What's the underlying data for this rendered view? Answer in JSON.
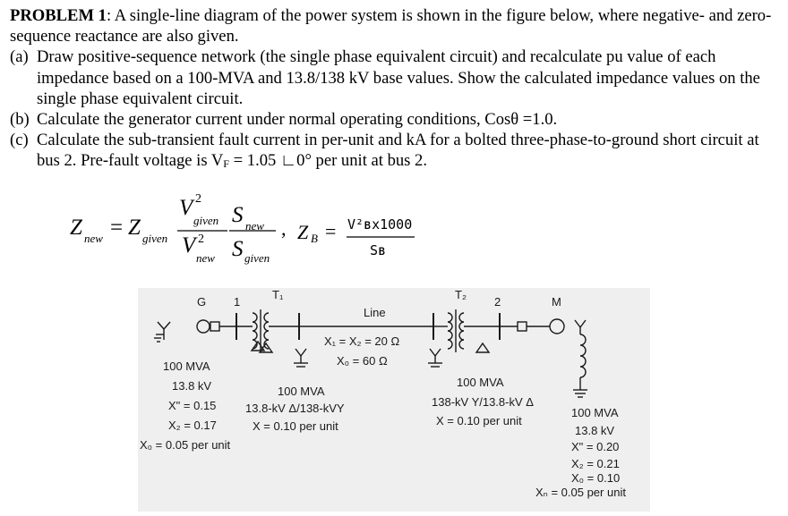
{
  "problem": {
    "heading": "PROBLEM 1",
    "intro": ": A single-line diagram of the power system is shown in the figure below, where negative- and zero-sequence reactance are also given.",
    "parts": [
      {
        "label": "(a)",
        "text": "Draw positive-sequence network (the single phase equivalent circuit) and recalculate pu value of each impedance based on a 100-MVA and 13.8/138 kV base values. Show the calculated impedance values on the single phase equivalent circuit."
      },
      {
        "label": "(b)",
        "text_before": "Calculate the generator current under normal operating conditions, Cos",
        "theta": "θ",
        "text_after": " =1.0."
      },
      {
        "label": "(c)",
        "text_before": "Calculate the sub-transient fault current in per-unit and kA for a bolted three-phase-to-ground short circuit at bus 2. Pre-fault voltage is V",
        "sub_F": "F",
        "text_after": " = 1.05 ∟0° per unit at bus 2."
      }
    ]
  },
  "formula": {
    "z": "Z",
    "sub_new": "new",
    "equals": "=",
    "sub_given": "given",
    "v": "V",
    "sq": "2",
    "s": "S",
    "comma": ",",
    "zb": "Z",
    "zb_sub": "B",
    "zb_eq": "=",
    "zb_num": "V²ʙx1000",
    "zb_den": "Sʙ"
  },
  "diagram": {
    "gen_label": "G",
    "bus1": "1",
    "t1_label": "T₁",
    "line_label": "Line",
    "t2_label": "T₂",
    "bus2": "2",
    "motor_label": "M",
    "line_x12": "X₁ = X₂ = 20 Ω",
    "line_x0": "X₀ = 60 Ω",
    "gen_specs": [
      "100 MVA",
      "13.8 kV",
      "X\" = 0.15",
      "X₂ = 0.17",
      "X₀ = 0.05 per unit"
    ],
    "t1_specs": [
      "100 MVA",
      "13.8-kV Δ/138-kVY",
      "X = 0.10 per unit"
    ],
    "t2_specs": [
      "100 MVA",
      "138-kV Y/13.8-kV Δ",
      "X = 0.10 per unit"
    ],
    "motor_specs": [
      "100 MVA",
      "13.8 kV",
      "X\" = 0.20",
      "X₂ = 0.21",
      "X₀ = 0.10",
      "Xₙ = 0.05 per unit"
    ]
  }
}
